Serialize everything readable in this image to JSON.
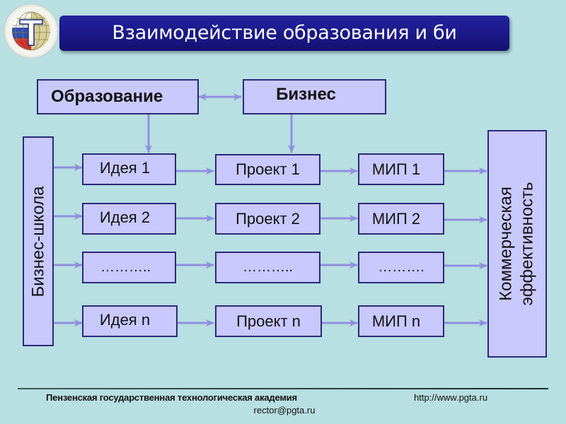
{
  "slide": {
    "title": "Взаимодействие образования и би",
    "colors": {
      "background": "#b8dfe2",
      "title_bar": "#1a1785",
      "box_fill": "#c9c9ff",
      "box_border": "#2a2a7a",
      "arrow": "#9090dd"
    }
  },
  "logo": {
    "icon": "university-globe-logo"
  },
  "diagram": {
    "top_boxes": {
      "education": "Образование",
      "business": "Бизнес"
    },
    "left_box": "Бизнес-школа",
    "right_box": {
      "line1": "Коммерческая",
      "line2": "эффективность"
    },
    "rows": [
      {
        "idea": "Идея 1",
        "project": "Проект 1",
        "mip": "МИП 1"
      },
      {
        "idea": "Идея 2",
        "project": "Проект 2",
        "mip": "МИП 2"
      },
      {
        "idea": "………..",
        "project": "………..",
        "mip": "………."
      },
      {
        "idea": "Идея n",
        "project": "Проект n",
        "mip": "МИП n"
      }
    ],
    "connections": [
      {
        "from": "education",
        "to": "business",
        "type": "bidirectional"
      },
      {
        "from": "education",
        "to": "idea-1"
      },
      {
        "from": "business",
        "to": "project-1"
      },
      {
        "from": "business-school",
        "to": "ideas"
      },
      {
        "from": "ideas",
        "to": "projects"
      },
      {
        "from": "projects",
        "to": "mips"
      },
      {
        "from": "mips",
        "to": "commercial-efficiency"
      }
    ]
  },
  "footer": {
    "organization": "Пензенская государственная технологическая академия",
    "url": "http://www.pgta.ru",
    "email": "rector@pgta.ru"
  }
}
